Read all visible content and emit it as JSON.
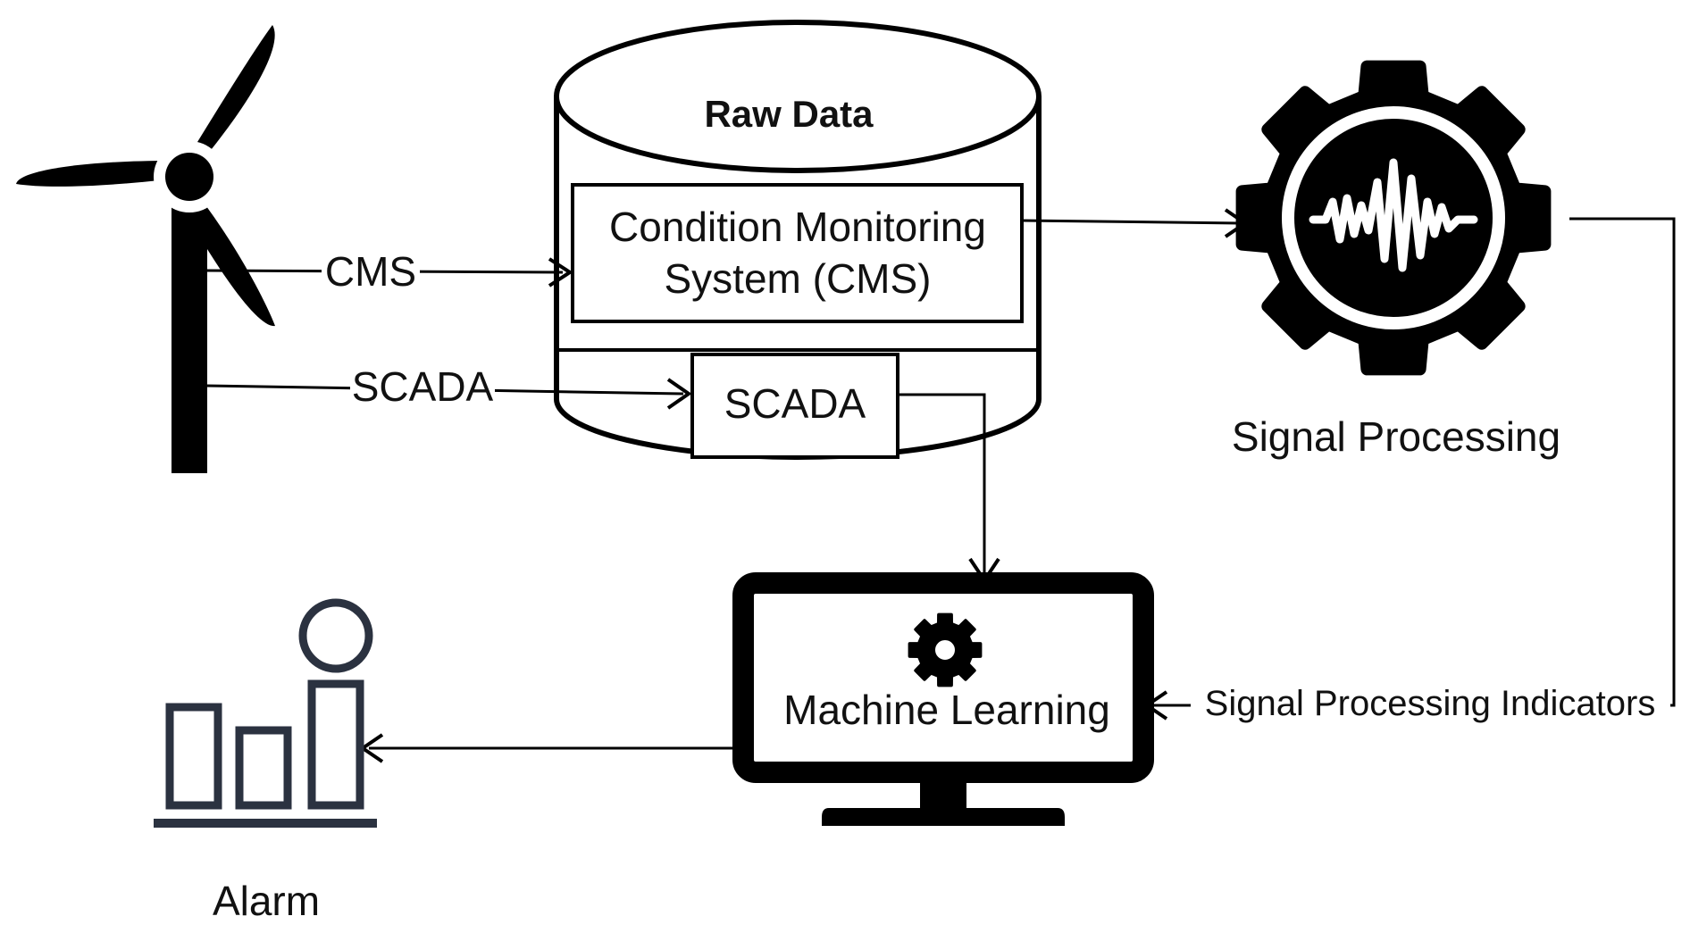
{
  "database": {
    "title": "Raw Data",
    "cms_box": [
      "Condition Monitoring",
      "System (CMS)"
    ],
    "scada_box": "SCADA"
  },
  "arrows": {
    "cms": "CMS",
    "scada": "SCADA",
    "indicators": "Signal Processing Indicators"
  },
  "nodes": {
    "signal_processing": "Signal Processing",
    "machine_learning": "Machine Learning",
    "alarm": "Alarm"
  },
  "icons": {
    "turbine": "wind-turbine-icon",
    "signal": "gear-waveform-icon",
    "monitor": "computer-monitor-icon",
    "ml_gear": "gear-icon",
    "alarm": "bar-chart-person-icon"
  },
  "colors": {
    "ink": "#000000",
    "alarm_ink": "#2b3240",
    "background": "#ffffff"
  }
}
